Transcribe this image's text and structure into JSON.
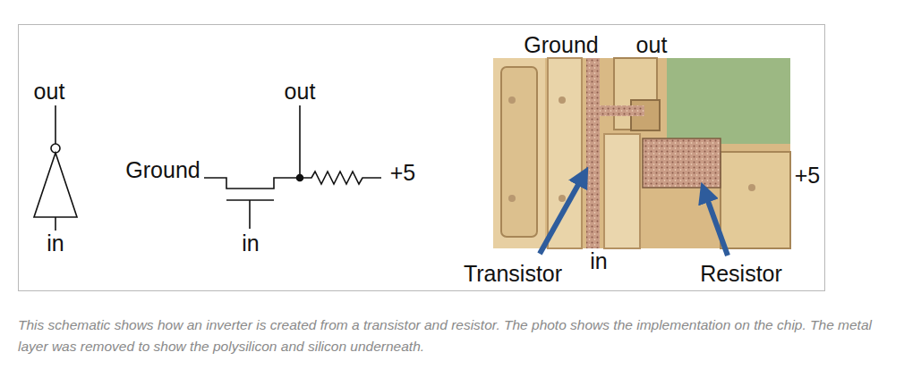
{
  "diagram": {
    "caption": "This schematic shows how an inverter is created from a transistor and resistor. The photo shows the implementation on the chip. The metal layer was removed to show the polysilicon and silicon underneath.",
    "labels": [
      "out",
      "in",
      "out",
      "Ground",
      "+5",
      "in",
      "Ground",
      "out",
      "+5",
      "in",
      "Transistor",
      "Resistor"
    ]
  }
}
